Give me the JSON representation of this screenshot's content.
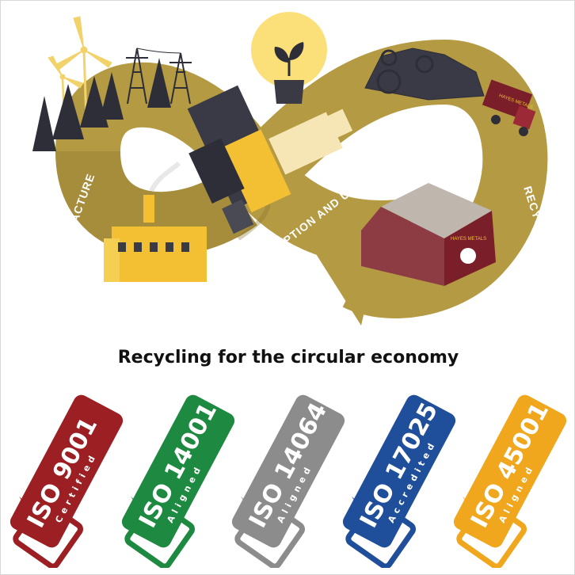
{
  "infographic": {
    "headline": "Recycling for the circular economy",
    "stages": {
      "manufacture": "MANUFACTURE",
      "consumption": "CONSUMPTION AND USE",
      "recycling": "RECYCLING"
    },
    "truck_logo": "HAYES METALS",
    "building_logo": "HAYES METALS",
    "colors": {
      "loop": "#b49a43",
      "loop_dark": "#8a7632",
      "factory": "#f2c032",
      "bulb": "#fbe07a",
      "plant": "#2e2e38"
    }
  },
  "badges": [
    {
      "code": "ISO 9001",
      "status": "Certified",
      "color": "#9c1f24",
      "icon": "checkbox-check-icon"
    },
    {
      "code": "ISO 14001",
      "status": "Aligned",
      "color": "#1e8a41",
      "icon": "checkbox-check-icon"
    },
    {
      "code": "ISO 14064",
      "status": "Aligned",
      "color": "#8c8c8c",
      "icon": "checkbox-check-icon"
    },
    {
      "code": "ISO 17025",
      "status": "Accredited",
      "color": "#1f4f9a",
      "icon": "checkbox-check-icon"
    },
    {
      "code": "ISO 45001",
      "status": "Aligned",
      "color": "#f0a71e",
      "icon": "checkbox-check-icon"
    }
  ]
}
